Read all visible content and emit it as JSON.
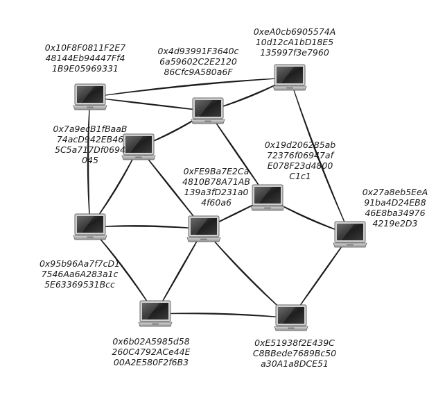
{
  "nodes": [
    {
      "id": "n1",
      "label_lines": [
        "0x10F8F0811F2E7",
        "48144Eb94447Ff4",
        "1B9E05969331"
      ]
    },
    {
      "id": "n2",
      "label_lines": [
        "0x4d93991F3640c",
        "6a59602C2E2120",
        "86Cfc9A580a6F"
      ]
    },
    {
      "id": "n3",
      "label_lines": [
        "0xeA0cb6905574A",
        "10d12cA1bD18E5",
        "135997f3e7960"
      ]
    },
    {
      "id": "n4",
      "label_lines": [
        "0x7a9ecB1fBaaB",
        "74acD942EB46",
        "5C5a717Df0694",
        "045"
      ]
    },
    {
      "id": "n5",
      "label_lines": [
        "0x19d206285ab",
        "72376f06947af",
        "E078F23d4800",
        "C1c1"
      ]
    },
    {
      "id": "n6",
      "label_lines": [
        "0xFE9Ba7E2Ca",
        "4810B78A71AB",
        "139a3fD231a0",
        "4f60a6"
      ]
    },
    {
      "id": "n7",
      "label_lines": [
        "0x27a8eb5EeA",
        "91ba4D24EB8",
        "46E8ba34976",
        "4219e2D3"
      ]
    },
    {
      "id": "n8",
      "label_lines": [
        "0x95b96Aa7f7cD1",
        "7546Aa6A283a1c",
        "5E63369531Bcc"
      ]
    },
    {
      "id": "n9",
      "label_lines": [
        "0x6b02A5985d58",
        "260C4792ACe44E",
        "00A2E580F2f6B3"
      ]
    },
    {
      "id": "n10",
      "label_lines": [
        "0xE51938f2E439C",
        "C8BBede7689Bc50",
        "a30A1a8DCE51"
      ]
    }
  ],
  "edges": [
    [
      "n1",
      "n3"
    ],
    [
      "n1",
      "n2"
    ],
    [
      "n2",
      "n3"
    ],
    [
      "n2",
      "n4"
    ],
    [
      "n2",
      "n5"
    ],
    [
      "n1",
      "n8"
    ],
    [
      "n4",
      "n8"
    ],
    [
      "n4",
      "n6"
    ],
    [
      "n3",
      "n7"
    ],
    [
      "n8",
      "n6"
    ],
    [
      "n6",
      "n5"
    ],
    [
      "n5",
      "n7"
    ],
    [
      "n8",
      "n9"
    ],
    [
      "n6",
      "n9"
    ],
    [
      "n6",
      "n10"
    ],
    [
      "n9",
      "n10"
    ],
    [
      "n10",
      "n7"
    ]
  ],
  "colors": {
    "line": "#1c1c1c",
    "text": "#1a1a1a",
    "screen": "#2b2b2b",
    "body": "#bdbdbd"
  },
  "icon": "laptop-icon"
}
